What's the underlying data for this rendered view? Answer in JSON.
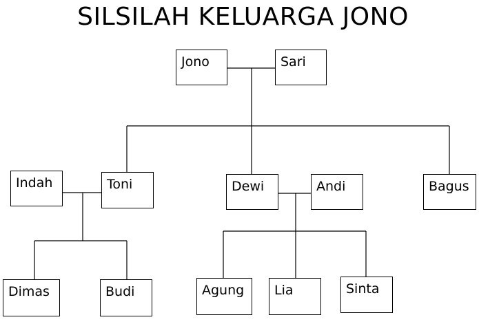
{
  "title": "SILSILAH KELUARGA JONO",
  "people": {
    "jono": "Jono",
    "sari": "Sari",
    "indah": "Indah",
    "toni": "Toni",
    "dewi": "Dewi",
    "andi": "Andi",
    "bagus": "Bagus",
    "dimas": "Dimas",
    "budi": "Budi",
    "agung": "Agung",
    "lia": "Lia",
    "sinta": "Sinta"
  }
}
